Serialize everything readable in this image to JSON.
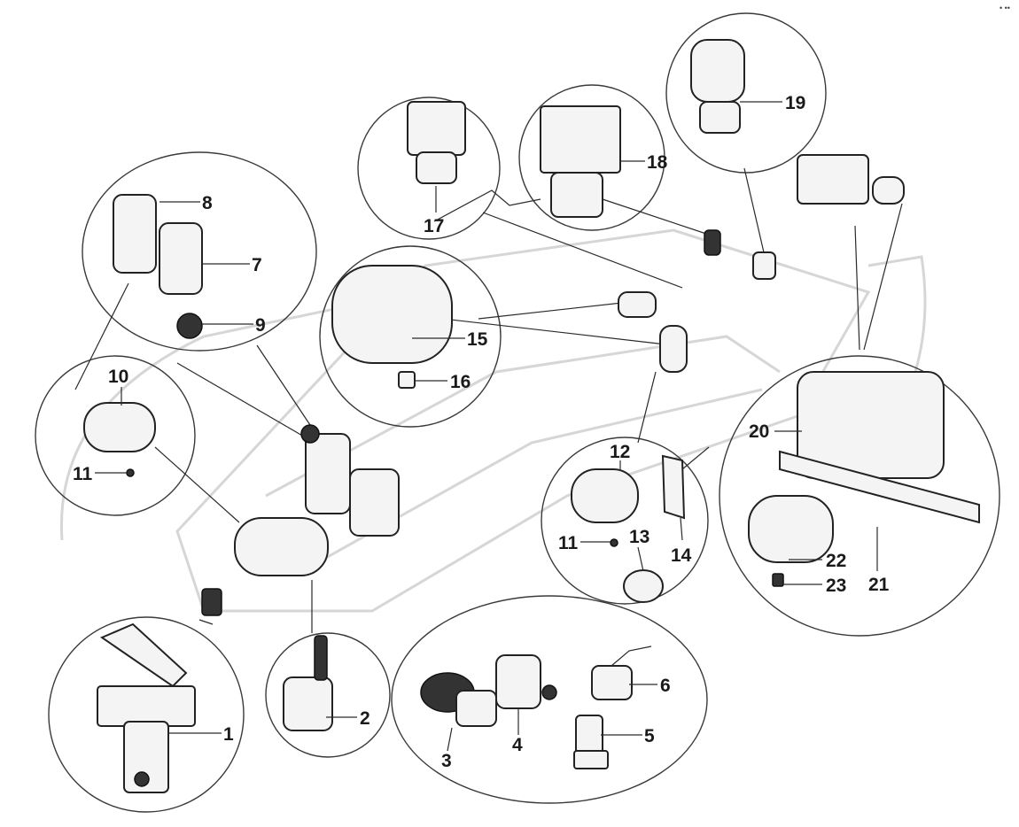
{
  "labels": {
    "c1": "1",
    "c2": "2",
    "c3": "3",
    "c4": "4",
    "c5": "5",
    "c6": "6",
    "c7": "7",
    "c8": "8",
    "c9": "9",
    "c10": "10",
    "c11a": "11",
    "c11b": "11",
    "c12": "12",
    "c13": "13",
    "c14": "14",
    "c15": "15",
    "c16": "16",
    "c17": "17",
    "c18": "18",
    "c19": "19",
    "c20": "20",
    "c21": "21",
    "c22": "22",
    "c23": "23"
  },
  "corner_mark": "• ••"
}
